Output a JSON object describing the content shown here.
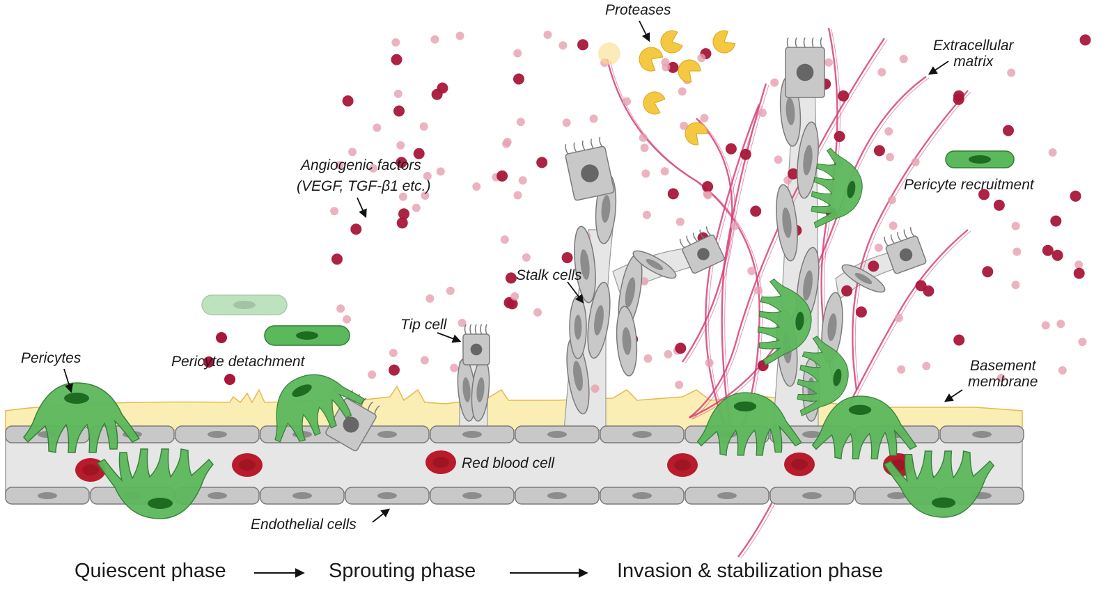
{
  "labels": {
    "proteases": "Proteases",
    "extracellular_matrix": "Extracellular\nmatrix",
    "angiogenic_factors_line1": "Angiogenic factors",
    "angiogenic_factors_line2": "(VEGF, TGF-β1 etc.)",
    "pericyte_recruitment": "Pericyte recruitment",
    "stalk_cells": "Stalk cells",
    "tip_cell": "Tip cell",
    "pericytes": "Pericytes",
    "pericyte_detachment": "Pericyte detachment",
    "basement_membrane": "Basement\nmembrane",
    "red_blood_cell": "Red blood cell",
    "endothelial_cells": "Endothelial cells"
  },
  "phases": {
    "quiescent": "Quiescent phase",
    "sprouting": "Sprouting phase",
    "invasion": "Invasion & stabilization phase"
  },
  "colors": {
    "endothelial": "#c8c8c8",
    "endothelial_outline": "#7a7a7a",
    "nucleus": "#8c8c8c",
    "vessel_lumen": "#e6e6e6",
    "pericyte": "#5cb85c",
    "pericyte_outline": "#2f7d32",
    "pericyte_nucleus": "#1e6b22",
    "basement_membrane": "#fbeeb4",
    "basement_outline": "#e9b84a",
    "red_blood_cell": "#b81c2c",
    "growth_factor_dark": "#a8173a",
    "growth_factor_light": "#e6a0b0",
    "protease": "#f5c842",
    "ecm_fiber": "#d63f77"
  }
}
